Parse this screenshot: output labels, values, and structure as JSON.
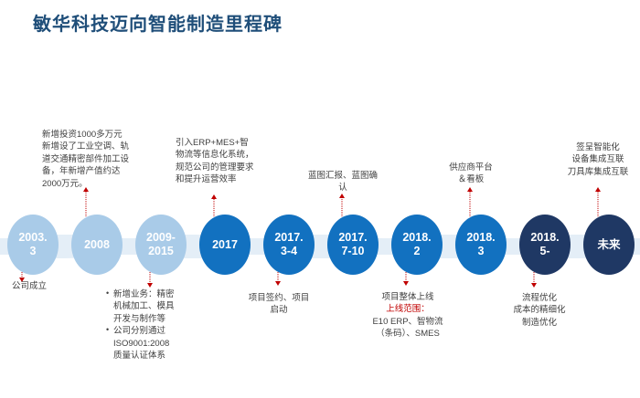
{
  "title": "敏华科技迈向智能制造里程碑",
  "colors": {
    "title": "#1f4e79",
    "node_light": "#a9cbe8",
    "node_mid": "#1271c0",
    "node_dark": "#1f3864",
    "ribbon": "#e4eef7",
    "connector": "#c00000",
    "note_text": "#404040",
    "highlight": "#c00000"
  },
  "timeline": {
    "nodes": [
      {
        "label": "2003.\n3",
        "label_lines": [
          "2003.",
          "3"
        ],
        "tone": "light"
      },
      {
        "label": "2008",
        "label_lines": [
          "2008"
        ],
        "tone": "light"
      },
      {
        "label": "2009-\n2015",
        "label_lines": [
          "2009-",
          "2015"
        ],
        "tone": "light"
      },
      {
        "label": "2017",
        "label_lines": [
          "2017"
        ],
        "tone": "mid"
      },
      {
        "label": "2017.\n3-4",
        "label_lines": [
          "2017.",
          "3-4"
        ],
        "tone": "mid"
      },
      {
        "label": "2017.\n7-10",
        "label_lines": [
          "2017.",
          "7-10"
        ],
        "tone": "mid"
      },
      {
        "label": "2018.\n2",
        "label_lines": [
          "2018.",
          "2"
        ],
        "tone": "mid"
      },
      {
        "label": "2018.\n3",
        "label_lines": [
          "2018.",
          "3"
        ],
        "tone": "mid"
      },
      {
        "label": "2018.\n5-",
        "label_lines": [
          "2018.",
          "5-"
        ],
        "tone": "dark"
      },
      {
        "label": "未来",
        "label_lines": [
          "未来"
        ],
        "tone": "dark"
      }
    ]
  },
  "notes": {
    "company_founded": "公司成立",
    "investment": "新增投资1000多万元新增设了工业空调、轨道交通精密部件加工设备，年新增产值约达2000万元。",
    "new_business_line1": "新增业务：精密机械加工、模具开发与制作等",
    "new_business_line2": "公司分别通过ISO9001:2008质量认证体系",
    "erp_intro": "引入ERP+MES+智物流等信息化系统，规范公司的管理要求和提升运营效率",
    "project_sign": "项目签约、项目启动",
    "blueprint": "蓝图汇报、蓝图确认",
    "golive_title": "项目整体上线",
    "golive_scope_label": "上线范围：",
    "golive_scope_body": "E10 ERP、智物流（条码）、SMES",
    "supplier_platform": "供应商平台\n＆看板",
    "supplier_platform_line1": "供应商平台",
    "supplier_platform_line2": "＆看板",
    "optimization_line1": "流程优化",
    "optimization_line2": "成本的精细化",
    "optimization_line3": "制造优化",
    "future_line1": "签呈智能化",
    "future_line2": "设备集成互联",
    "future_line3": "刀具库集成互联"
  }
}
